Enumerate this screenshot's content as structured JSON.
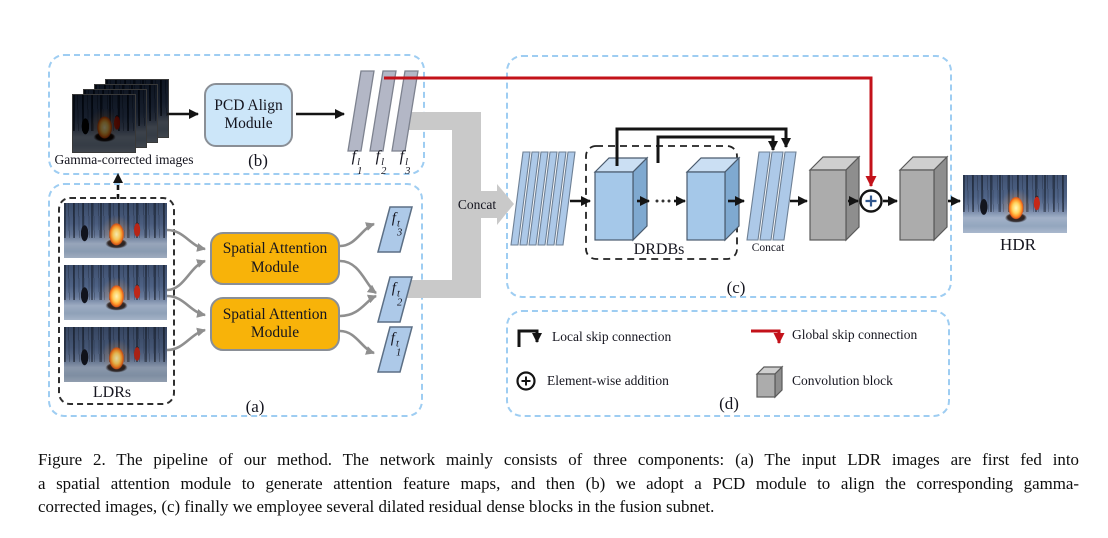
{
  "figure": {
    "panel_b": {
      "tag": "(b)",
      "images_label": "Gamma-corrected images",
      "module": "PCD Align Module",
      "feature_maps": [
        {
          "base": "f",
          "sub": "1",
          "sup": "l"
        },
        {
          "base": "f",
          "sub": "2",
          "sup": "l"
        },
        {
          "base": "f",
          "sub": "3",
          "sup": "l"
        }
      ]
    },
    "panel_a": {
      "tag": "(a)",
      "ldr_label": "LDRs",
      "module1": "Spatial Attention Module",
      "module2": "Spatial Attention Module",
      "feature_maps": [
        {
          "base": "f",
          "sub": "3",
          "sup": "t"
        },
        {
          "base": "f",
          "sub": "2",
          "sup": "t"
        },
        {
          "base": "f",
          "sub": "1",
          "sup": "t"
        }
      ]
    },
    "concat_arrow_label": "Concat",
    "panel_c": {
      "tag": "(c)",
      "drdb_label": "DRDBs",
      "concat_label": "Concat"
    },
    "panel_d": {
      "tag": "(d)",
      "legend": [
        {
          "icon": "local-skip-connection-icon",
          "label": "Local skip connection"
        },
        {
          "icon": "global-skip-connection-icon",
          "label": "Global skip connection"
        },
        {
          "icon": "element-wise-addition-icon",
          "label": "Element-wise addition"
        },
        {
          "icon": "convolution-block-icon",
          "label": "Convolution block"
        }
      ]
    },
    "output_label": "HDR"
  },
  "caption": {
    "lines": [
      "Figure 2. The pipeline of our method. The network mainly consists of three components: (a) The input LDR images are first fed into",
      "a spatial attention module to generate attention feature maps, and then (b) we adopt a PCD module to align the corresponding gamma-",
      "corrected images, (c) finally we employee several dilated residual dense blocks in the fusion subnet."
    ]
  },
  "colors": {
    "panel_border": "#9ecdf2",
    "sam_fill": "#f8b309",
    "pcd_fill": "#cce6f9",
    "box_border": "#8a8f96",
    "plane_gray": "#b3b7c6",
    "plane_blue": "#adc9e8",
    "block_blue_front": "#a5c8e9",
    "block_blue_top": "#cbdff3",
    "block_blue_side": "#7fa9d0",
    "block_gray_front": "#acacac",
    "block_gray_top": "#cfcfcf",
    "block_gray_side": "#8e8e8e",
    "funnel_gray": "#c9c9c9",
    "wire_black": "#141414",
    "wire_gray": "#8f8f8f",
    "skip_red": "#c3121a",
    "text_dark": "#15151f"
  }
}
